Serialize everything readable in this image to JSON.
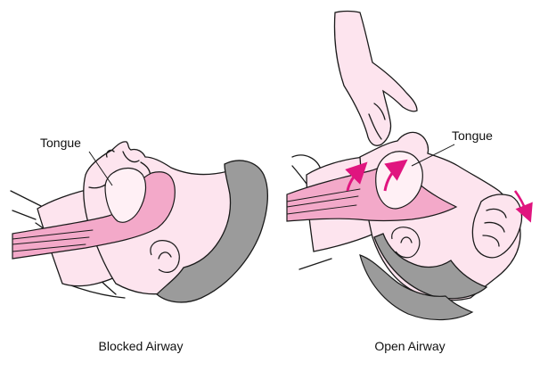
{
  "labels": {
    "left_tongue": "Tongue",
    "right_tongue": "Tongue",
    "left_caption": "Blocked Airway",
    "right_caption": "Open Airway"
  },
  "colors": {
    "skin": "#fde4ee",
    "skin_light": "#fff0f5",
    "airway": "#f3a9c9",
    "airway_dark": "#ea8cb5",
    "hair": "#9b9b9b",
    "arrow": "#e0157f",
    "outline": "#1a1a1a"
  },
  "icons": {
    "airway_arrows": "curved-up-arrow",
    "head_tilt_arrow": "down-arrow"
  }
}
